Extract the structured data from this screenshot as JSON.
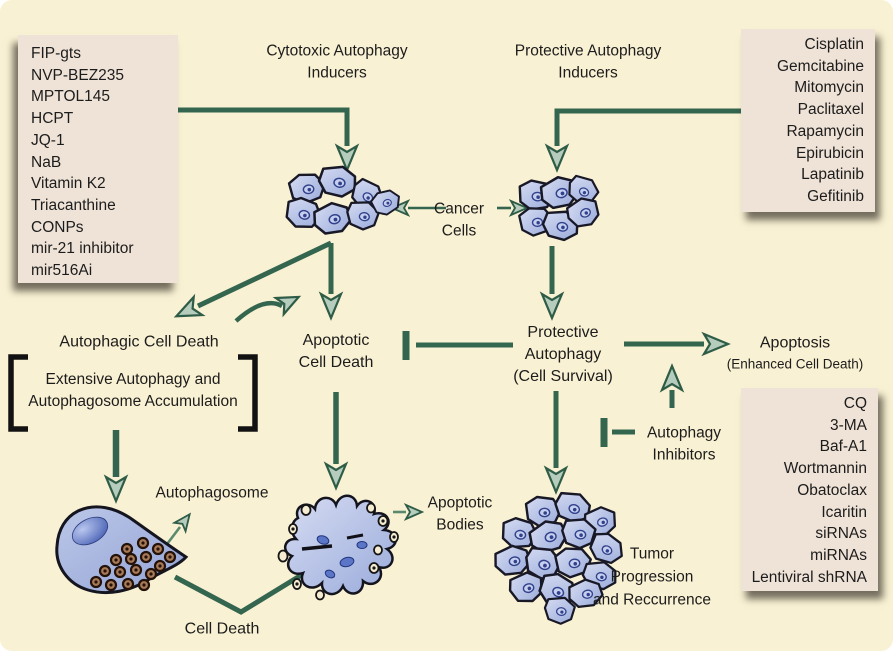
{
  "figure": {
    "headers": {
      "cytotoxic": {
        "line1": "Cytotoxic Autophagy",
        "line2": "Inducers"
      },
      "protective": {
        "line1": "Protective Autophagy",
        "line2": "Inducers"
      }
    },
    "boxes": {
      "cytotoxic_drugs": {
        "items": [
          "FIP-gts",
          "NVP-BEZ235",
          "MPTOL145",
          "HCPT",
          "JQ-1",
          "NaB",
          "Vitamin K2",
          "Triacanthine",
          "CONPs",
          "mir-21 inhibitor",
          "mir516Ai"
        ]
      },
      "protective_drugs": {
        "items": [
          "Cisplatin",
          "Gemcitabine",
          "Mitomycin",
          "Paclitaxel",
          "Rapamycin",
          "Epirubicin",
          "Lapatinib",
          "Gefitinib"
        ]
      },
      "autophagy_inhibitor_agents": {
        "items": [
          "CQ",
          "3-MA",
          "Baf-A1",
          "Wortmannin",
          "Obatoclax",
          "Icaritin",
          "siRNAs",
          "miRNAs",
          "Lentiviral shRNA"
        ]
      }
    },
    "nodes": {
      "cancer_cells": {
        "line1": "Cancer",
        "line2": "Cells"
      },
      "autophagic_cell_death": {
        "label": "Autophagic Cell Death"
      },
      "bracket_note": {
        "line1": "Extensive Autophagy and",
        "line2": "Autophagosome Accumulation"
      },
      "apoptotic_cell_death": {
        "line1": "Apoptotic",
        "line2": "Cell Death"
      },
      "protective_autophagy": {
        "line1": "Protective",
        "line2": "Autophagy",
        "line3": "(Cell Survival)"
      },
      "apoptosis": {
        "label": "Apoptosis",
        "sub": "(Enhanced Cell Death)"
      },
      "autophagy_inhibitors": {
        "line1": "Autophagy",
        "line2": "Inhibitors"
      },
      "autophagosome": {
        "label": "Autophagosome"
      },
      "cell_death": {
        "label": "Cell Death"
      },
      "apoptotic_bodies": {
        "line1": "Apoptotic",
        "line2": "Bodies"
      },
      "tumor": {
        "line1": "Tumor",
        "line2": "Progression",
        "line3": "and Reccurrence"
      }
    },
    "colors": {
      "background": "#f9f1d3",
      "box_fill": "#efe3d7",
      "arrow_green": "#34664f",
      "arrowhead_fill": "#b6cdbd",
      "cell_fill": "#a9b6e0",
      "nucleus_blue": "#31418c",
      "text": "#1c1c1c"
    }
  }
}
